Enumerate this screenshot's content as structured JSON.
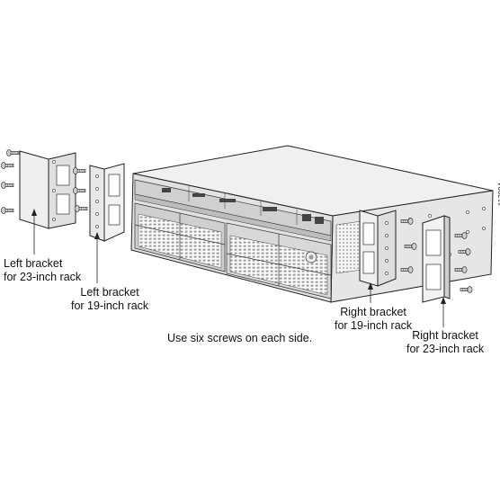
{
  "labels": {
    "left_23": [
      "Left bracket",
      "for 23-inch rack"
    ],
    "left_19": [
      "Left bracket",
      "for 19-inch rack"
    ],
    "right_19": [
      "Right bracket",
      "for 19-inch rack"
    ],
    "right_23": [
      "Right bracket",
      "for 23-inch rack"
    ],
    "instruction": "Use six screws on each side."
  },
  "figure_number": "117984"
}
